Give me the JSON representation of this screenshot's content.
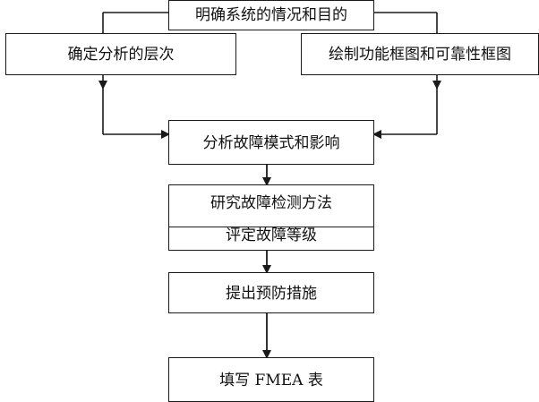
{
  "diagram": {
    "nodes": {
      "system": "明确系统的情况和目的",
      "level": "确定分析的层次",
      "blockdiagram": "绘制功能框图和可靠性框图",
      "fmea_modes": "分析故障模式和影响",
      "detection": "研究故障检测方法",
      "grade": "评定故障等级",
      "prevention": "提出预防措施",
      "form": "填写 FMEA 表"
    },
    "colors": {
      "line": "#1a1a1a",
      "background": "#ffffff",
      "text": "#111111"
    }
  }
}
